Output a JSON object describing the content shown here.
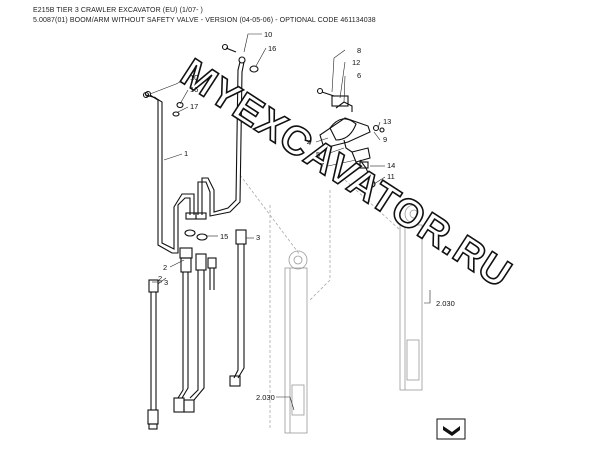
{
  "header": {
    "line1": "E215B TIER 3 CRAWLER EXCAVATOR (EU) (1/07- )",
    "line2": "5.0087(01) BOOM/ARM WITHOUT SAFETY VALVE - VERSION (04-05-06) - OPTIONAL CODE 461134038"
  },
  "watermark": "MYEXCAVATOR.RU",
  "callouts": {
    "c10a": "10",
    "c16a": "16",
    "c8": "8",
    "c12": "12",
    "c6": "6",
    "c10b": "10",
    "c16b": "16",
    "c17": "17",
    "c1": "1",
    "c13": "13",
    "c9": "9",
    "c4": "4",
    "c5": "5",
    "c7": "7",
    "c14": "14",
    "c11": "11",
    "c15": "15",
    "c3a": "3",
    "c2a": "2",
    "c2b": "2",
    "c3b": "3",
    "ref1": "2.030",
    "ref2": "2.030"
  },
  "icons": {
    "nav": "next-page-icon"
  }
}
